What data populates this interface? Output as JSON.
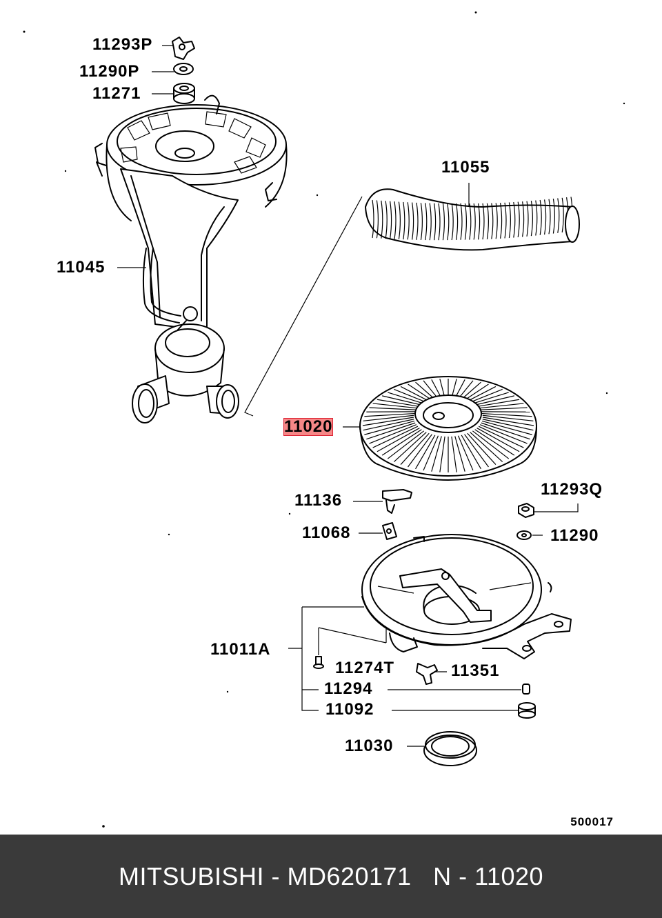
{
  "parts": [
    {
      "id": "p_11293P",
      "label": "11293P"
    },
    {
      "id": "p_11290P",
      "label": "11290P"
    },
    {
      "id": "p_11271",
      "label": "11271"
    },
    {
      "id": "p_11055",
      "label": "11055"
    },
    {
      "id": "p_11045",
      "label": "11045"
    },
    {
      "id": "p_11020",
      "label": "11020",
      "highlighted": true
    },
    {
      "id": "p_11293Q",
      "label": "11293Q"
    },
    {
      "id": "p_11136",
      "label": "11136"
    },
    {
      "id": "p_11290",
      "label": "11290"
    },
    {
      "id": "p_11068",
      "label": "11068"
    },
    {
      "id": "p_11011A",
      "label": "11011A"
    },
    {
      "id": "p_11274T",
      "label": "11274T"
    },
    {
      "id": "p_11351",
      "label": "11351"
    },
    {
      "id": "p_11294",
      "label": "11294"
    },
    {
      "id": "p_11092",
      "label": "11092"
    },
    {
      "id": "p_11030",
      "label": "11030"
    }
  ],
  "diagram_code": "500017",
  "footer": {
    "text": "MITSUBISHI - MD620171   N - 11020"
  },
  "colors": {
    "footer_bg": "#3a3a3a",
    "highlight": "#f04646"
  }
}
